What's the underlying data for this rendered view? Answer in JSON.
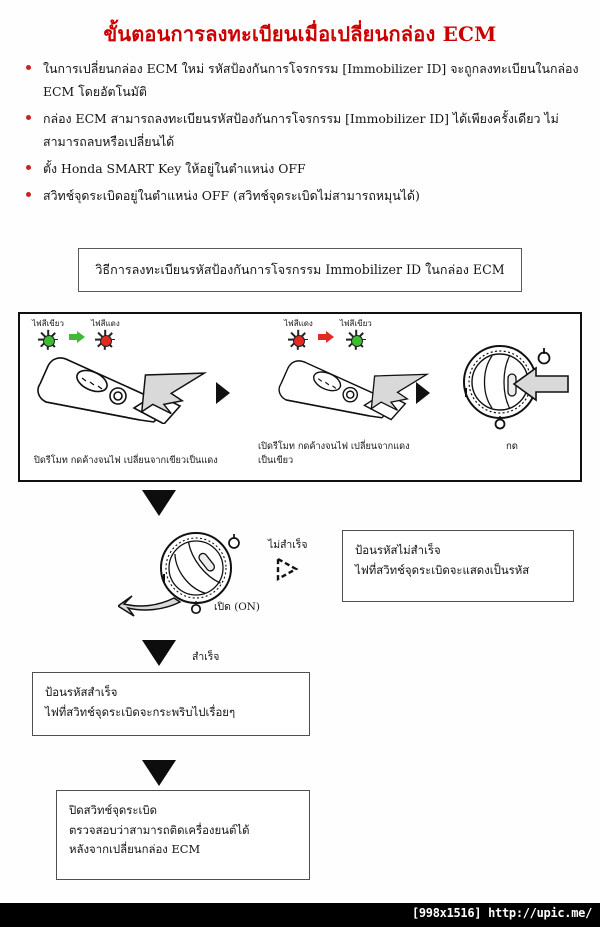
{
  "document": {
    "title": "ขั้นตอนการลงทะเบียนเมื่อเปลี่ยนกล่อง ECM",
    "title_color": "#cc0000"
  },
  "bullets": [
    {
      "text": "ในการเปลี่ยนกล่อง ECM ใหม่ รหัสป้องกันการโจรกรรม [Immobilizer ID] จะถูกลงทะเบียนในกล่อง ECM โดยอัตโนมัติ"
    },
    {
      "text": "กล่อง ECM สามารถลงทะเบียนรหัสป้องกันการโจรกรรม [Immobilizer ID] ได้เพียงครั้งเดียว ไม่สามารถลบหรือเปลี่ยนได้"
    },
    {
      "text": "ตั้ง Honda SMART Key ให้อยู่ในตำแหน่ง OFF"
    },
    {
      "text": "สวิทช์จุดระเบิดอยู่ในตำแหน่ง OFF (สวิทช์จุดระเบิดไม่สามารถหมุนได้)"
    }
  ],
  "subheading": {
    "text": "วิธีการลงทะเบียนรหัสป้องกันการโจรกรรม Immobilizer ID ในกล่อง ECM"
  },
  "step_panel": {
    "steps": [
      {
        "led_from_label": "ไฟสีเขียว",
        "led_from_color": "#3fbb33",
        "led_to_label": "ไฟสีแดง",
        "led_to_color": "#e02a22",
        "arrow_color": "#3fbb33",
        "caption": "ปิดรีโมท กดค้างจนไฟ\nเปลี่ยนจากเขียวเป็นแดง"
      },
      {
        "led_from_label": "ไฟสีแดง",
        "led_from_color": "#e02a22",
        "led_to_label": "ไฟสีเขียว",
        "led_to_color": "#3fbb33",
        "arrow_color": "#e02a22",
        "caption": "เปิดรีโมท กดค้างจนไฟ\nเปลี่ยนจากแดงเป็นเขียว"
      },
      {
        "caption": "กด"
      }
    ]
  },
  "flow": {
    "on_label": "เปิด (ON)",
    "branch_fail_label": "ไม่สำเร็จ",
    "branch_success_label": "สำเร็จ",
    "fail_box": "ป้อนรหัสไม่สำเร็จ\nไฟที่สวิทช์จุดระเบิดจะแสดงเป็นรหัส",
    "success_box": "ป้อนรหัสสำเร็จ\nไฟที่สวิทช์จุดระเบิดจะกระพริบไปเรื่อยๆ",
    "final_box": "ปิดสวิทช์จุดระเบิด\nตรวจสอบว่าสามารถติดเครื่องยนต์ได้\nหลังจากเปลี่ยนกล่อง ECM"
  },
  "footer": {
    "text": "[998x1516] http://upic.me/"
  }
}
